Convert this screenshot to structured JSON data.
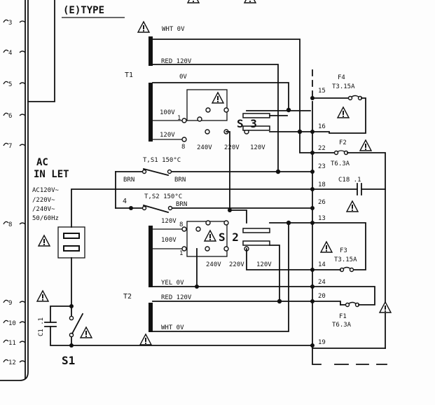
{
  "header": {
    "type_label": "(E)TYPE"
  },
  "left_connector": {
    "pins": [
      "3",
      "4",
      "5",
      "6",
      "7",
      "8",
      "9",
      "10",
      "11",
      "12"
    ]
  },
  "ac_inlet": {
    "title_line1": "AC",
    "title_line2": "IN LET",
    "voltages": [
      "AC120V~",
      "/220V~",
      "/240V~",
      "50/60Hz"
    ]
  },
  "transformer_t1": {
    "name": "T1",
    "wires": {
      "white": "WHT 0V",
      "red": "RED 120V"
    },
    "taps": {
      "zero": "0V",
      "v100": "100V",
      "v120": "120V",
      "tap1": "1",
      "tap8": "8"
    }
  },
  "selector_s3": {
    "name": "S 3",
    "labels": {
      "v240": "240V",
      "v220": "220V",
      "v120": "120V"
    }
  },
  "transformer_t2": {
    "name": "T2",
    "taps": {
      "v120": "120V",
      "v100": "100V",
      "tap1": "1",
      "tap8": "8"
    },
    "wires": {
      "yellow": "YEL 0V",
      "red": "RED 120V",
      "white": "WHT 0V"
    }
  },
  "selector_s2": {
    "name": "S 2",
    "labels": {
      "v240": "240V",
      "v220": "220V",
      "v120": "120V"
    }
  },
  "thermal_switches": {
    "ts1": {
      "label": "T,S1 150°C",
      "wire_left": "BRN",
      "wire_right": "BRN"
    },
    "ts2": {
      "label": "T,S2 150°C",
      "wire_right": "BRN",
      "node": "4"
    }
  },
  "terminals": [
    "15",
    "16",
    "22",
    "23",
    "18",
    "26",
    "13",
    "14",
    "24",
    "20",
    "19"
  ],
  "fuses": {
    "f4": {
      "name": "F4",
      "rating": "T3.15A"
    },
    "f2": {
      "name": "F2",
      "rating": "T6.3A"
    },
    "f3": {
      "name": "F3",
      "rating": "T3.15A"
    },
    "f1": {
      "name": "F1",
      "rating": "T6.3A"
    }
  },
  "capacitors": {
    "c18": {
      "label": "C18 .1"
    },
    "c1": {
      "label": "C1 .1"
    }
  },
  "power_switch": {
    "label": "S1"
  }
}
